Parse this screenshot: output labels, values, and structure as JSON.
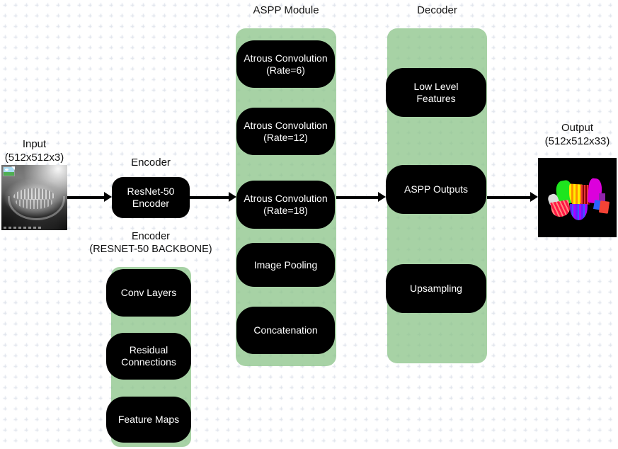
{
  "colors": {
    "container_green": "#a7d3a6",
    "block_fill": "#000000",
    "block_text": "#ffffff",
    "arrow": "#000000",
    "grid_cross": "#c9d2e0",
    "canvas_bg": "#ffffff"
  },
  "input": {
    "label": "Input\n(512x512x3)"
  },
  "output": {
    "label": "Output\n(512x512x33)",
    "palette": [
      "#1ee51e",
      "#ffee00",
      "#ff9100",
      "#e53935",
      "#7f0000",
      "#dc00dc",
      "#8e24aa",
      "#2962ff",
      "#dcdcdc",
      "#ff1744",
      "#f44336",
      "#651fff"
    ]
  },
  "encoder": {
    "title": "Encoder",
    "block": "ResNet-50\nEncoder",
    "backbone_label": "Encoder\n(RESNET-50 BACKBONE)",
    "backbone_blocks": [
      "Conv Layers",
      "Residual\nConnections",
      "Feature Maps"
    ]
  },
  "aspp": {
    "title": "ASPP Module",
    "blocks": [
      "Atrous Convolution\n(Rate=6)",
      "Atrous Convolution\n(Rate=12)",
      "Atrous Convolution\n(Rate=18)",
      "Image Pooling",
      "Concatenation"
    ]
  },
  "decoder": {
    "title": "Decoder",
    "blocks": [
      "Low Level\nFeatures",
      "ASPP Outputs",
      "Upsampling"
    ]
  }
}
